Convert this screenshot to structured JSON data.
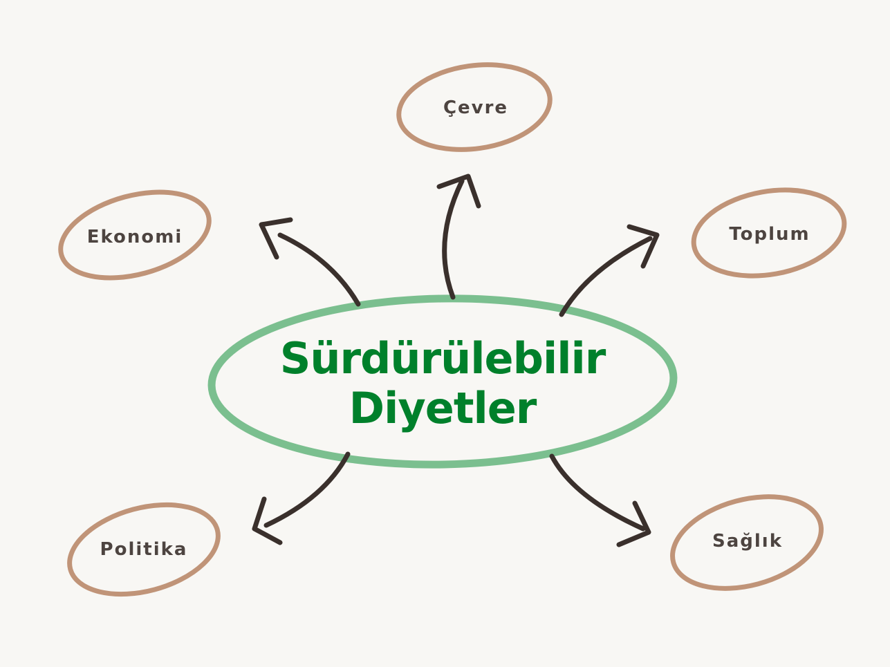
{
  "center": {
    "line1": "Sürdürülebilir",
    "line2": "Diyetler"
  },
  "nodes": [
    {
      "id": "cevre",
      "label": "Çevre"
    },
    {
      "id": "ekonomi",
      "label": "Ekonomi"
    },
    {
      "id": "toplum",
      "label": "Toplum"
    },
    {
      "id": "politika",
      "label": "Politika"
    },
    {
      "id": "saglik",
      "label": "Sağlık"
    }
  ],
  "colors": {
    "background": "#f8f7f4",
    "center_text": "#00802b",
    "center_ring": "#7bbf8f",
    "node_ring": "#c09478",
    "node_text": "#4d4440",
    "arrow": "#3a302c"
  }
}
